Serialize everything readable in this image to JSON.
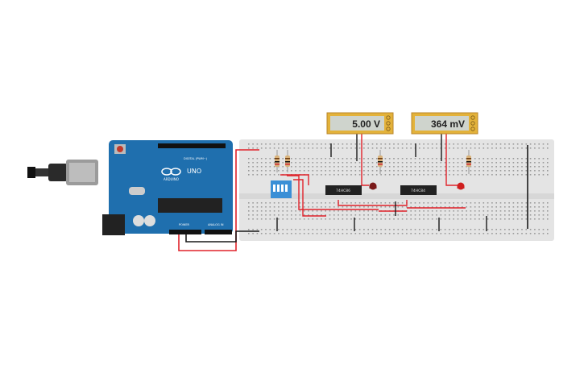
{
  "multimeters": [
    {
      "reading": "5.00 V"
    },
    {
      "reading": "364 mV"
    }
  ],
  "arduino": {
    "logo": "UNO",
    "brand": "ARDUINO",
    "digital_label": "DIGITAL (PWM~)",
    "power_label": "POWER",
    "analog_label": "ANALOG IN"
  },
  "chips": [
    {
      "label": "74HC86"
    },
    {
      "label": "74HC84"
    }
  ],
  "colors": {
    "arduino_board": "#1f6fae",
    "breadboard": "#e4e4e4",
    "wire_red": "#e0222a",
    "wire_black": "#1a1a1a",
    "meter_body": "#e3b23a",
    "meter_screen": "#cfd4cd",
    "led_red": "#cf1f1f",
    "led_dark": "#7a1a1a",
    "dip_switch": "#3a8fd6"
  }
}
